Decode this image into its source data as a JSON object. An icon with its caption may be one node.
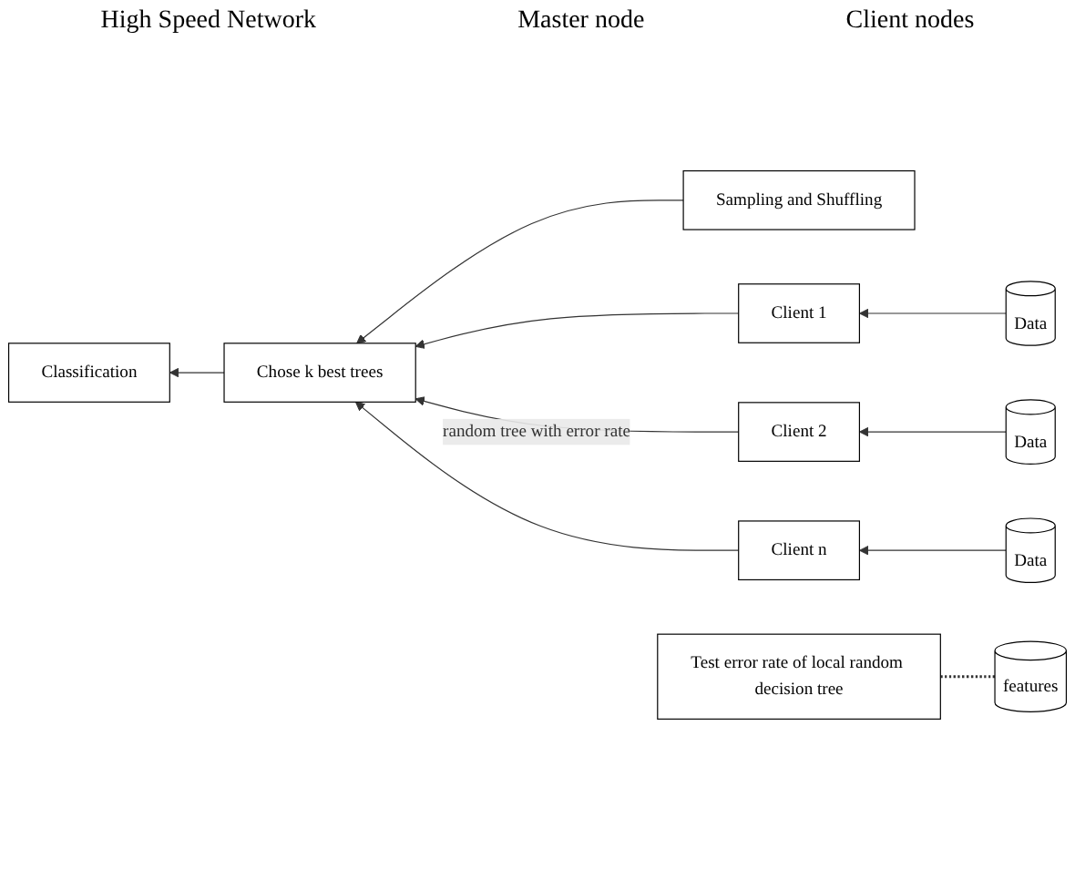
{
  "diagram": {
    "nodes": [
      {
        "text": [
          "Sampling and Shuffling"
        ]
      },
      {
        "text": [
          "Chose k best trees"
        ]
      },
      {
        "text": [
          "Classification"
        ]
      },
      {
        "text": [
          "features"
        ]
      },
      {
        "text": [
          "Client 1"
        ]
      },
      {
        "text": [
          "Client 2"
        ]
      },
      {
        "text": [
          "Client n"
        ]
      },
      {
        "text": [
          "Data"
        ]
      },
      {
        "text": [
          "Data"
        ]
      },
      {
        "text": [
          "Data"
        ]
      },
      {
        "text": [
          "Test error rate of local random decision tree"
        ]
      }
    ],
    "edges": [
      {
        "from": 0,
        "to": 1,
        "arrow": "to"
      },
      {
        "from": 1,
        "to": 2,
        "arrow": "to"
      },
      {
        "from": 4,
        "to": 1,
        "arrow": "to"
      },
      {
        "from": 5,
        "to": 1,
        "arrow": "to",
        "label": "random tree with error rate"
      },
      {
        "from": 6,
        "to": 1,
        "arrow": "to"
      },
      {
        "from": 7,
        "to": 4,
        "arrow": "to"
      },
      {
        "from": 8,
        "to": 5,
        "arrow": "to"
      },
      {
        "from": 9,
        "to": 6,
        "arrow": "to"
      },
      {
        "from": 3,
        "to": 10,
        "arrow": "none",
        "style": "dashed"
      }
    ],
    "labels": [
      "High Speed Network",
      "Master node",
      "Client nodes"
    ]
  }
}
